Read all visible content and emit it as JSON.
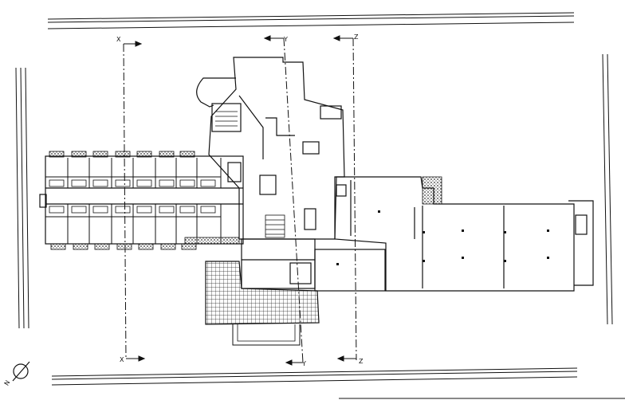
{
  "section_markers": {
    "x_top": "X",
    "y_top": "Y",
    "z_top": "Z",
    "x_bottom": "X",
    "y_bottom": "Y",
    "z_bottom": "Z"
  },
  "north_label": "N",
  "colors": {
    "ink": "#111111",
    "paper": "#ffffff",
    "hatch": "#222222"
  },
  "icons": {
    "north_arrow": "north-arrow-icon",
    "section_arrow": "section-arrow-icon",
    "stair": "stair-icon"
  }
}
